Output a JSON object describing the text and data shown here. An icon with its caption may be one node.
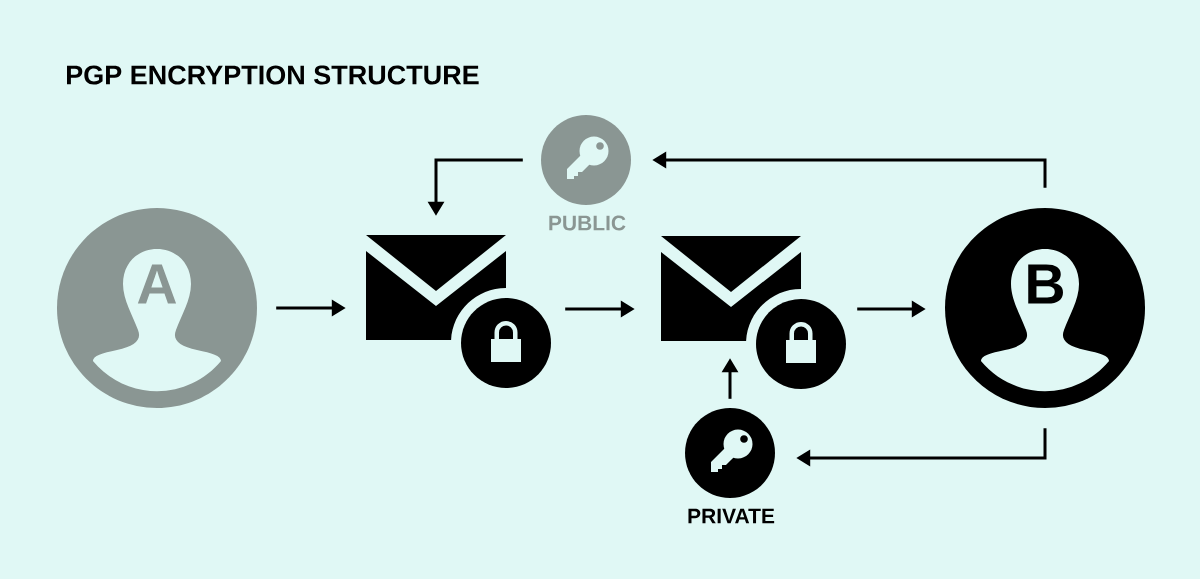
{
  "diagram": {
    "title": "PGP ENCRYPTION STRUCTURE",
    "nodes": [
      {
        "text": [
          "A"
        ]
      },
      {
        "text": [],
        "shape": "picture"
      },
      {
        "text": [
          "PUBLIC"
        ]
      },
      {
        "text": [],
        "shape": "picture"
      },
      {
        "text": [
          "PRIVATE"
        ]
      },
      {
        "text": [
          "B"
        ]
      }
    ],
    "edges": [
      {
        "from": 0,
        "to": 1,
        "arrow": "to"
      },
      {
        "from": 1,
        "to": 3,
        "arrow": "to"
      },
      {
        "from": 3,
        "to": 5,
        "arrow": "to"
      },
      {
        "from": 5,
        "to": 2,
        "arrow": "to"
      },
      {
        "from": 2,
        "to": 1,
        "arrow": "to"
      },
      {
        "from": 5,
        "to": 4,
        "arrow": "to"
      },
      {
        "from": 4,
        "to": 3,
        "arrow": "to"
      }
    ]
  }
}
